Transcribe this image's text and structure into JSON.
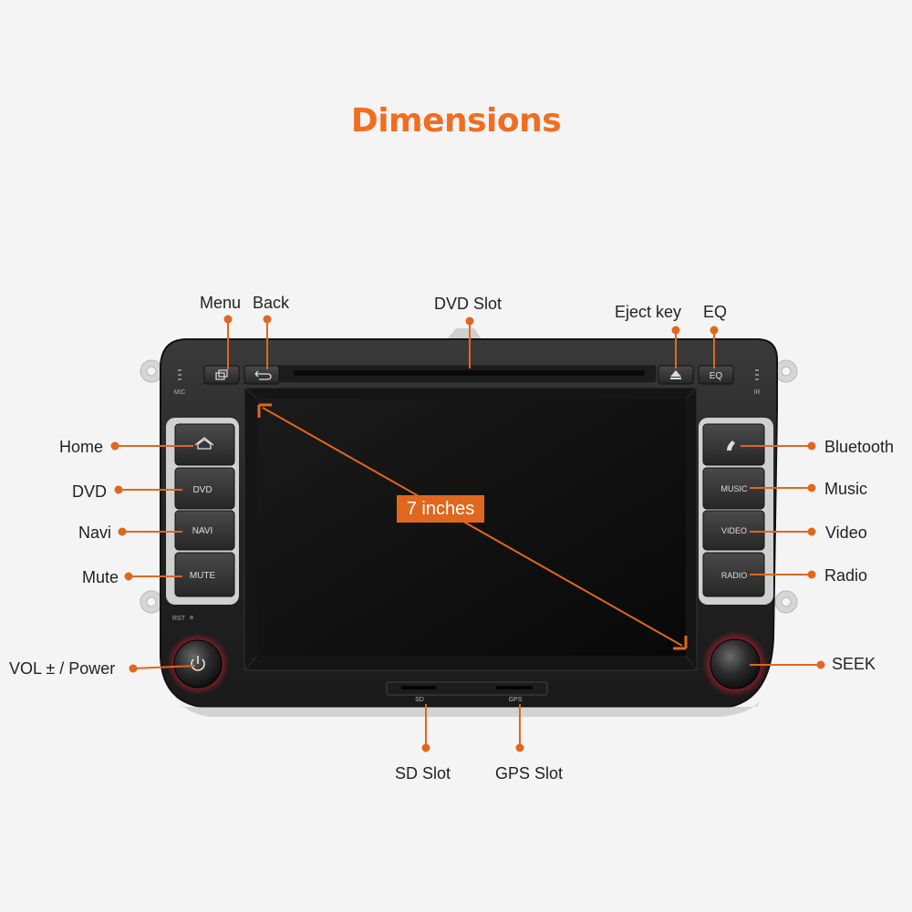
{
  "title": "Dimensions",
  "screen_size": "7 inches",
  "colors": {
    "accent": "#f26d21",
    "callout_bg": "#e0671e",
    "unit_body": "#2a2a2a",
    "button": "#3a3a3a"
  },
  "labels": {
    "menu": "Menu",
    "back": "Back",
    "dvd_slot": "DVD Slot",
    "eject_key": "Eject key",
    "eq": "EQ",
    "home": "Home",
    "dvd": "DVD",
    "navi": "Navi",
    "mute": "Mute",
    "vol_power": "VOL ± / Power",
    "bluetooth": "Bluetooth",
    "music": "Music",
    "video": "Video",
    "radio": "Radio",
    "seek": "SEEK",
    "sd_slot": "SD Slot",
    "gps_slot": "GPS Slot"
  },
  "device": {
    "mic": "MIC",
    "ir": "IR",
    "rst": "RST",
    "sd": "SD",
    "gps": "GPS",
    "eq_button": "EQ",
    "left_buttons": [
      "DVD",
      "NAVI",
      "MUTE"
    ],
    "right_buttons": [
      "MUSIC",
      "VIDEO",
      "RADIO"
    ],
    "icons": [
      "home-icon",
      "menu-icon",
      "back-icon",
      "eject-icon",
      "phone-icon",
      "power-icon"
    ]
  }
}
